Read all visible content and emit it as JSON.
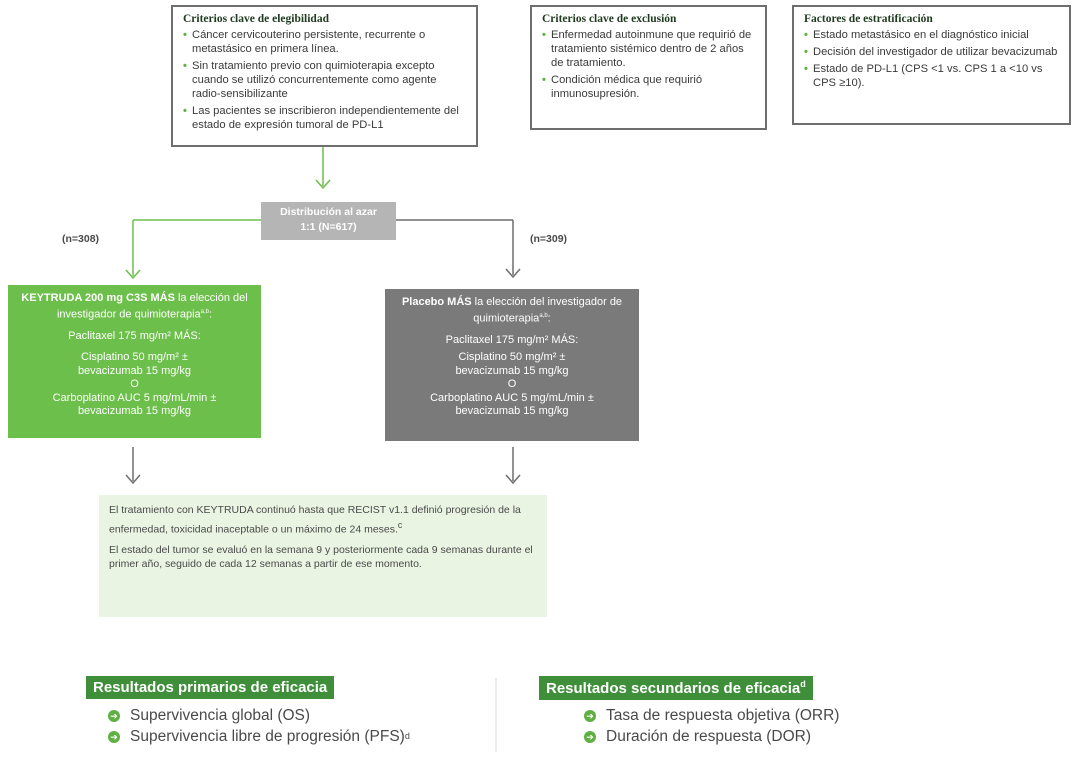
{
  "eligibility": {
    "title": "Criterios clave de elegibilidad",
    "items": [
      "Cáncer cervicouterino persistente, recurrente o metastásico en primera línea.",
      "Sin tratamiento previo con quimioterapia excepto cuando se utilizó concurrentemente como agente radio-sensibilizante",
      "Las pacientes se inscribieron independientemente del estado de expresión tumoral de PD-L1"
    ]
  },
  "exclusion": {
    "title": "Criterios clave de exclusión",
    "items": [
      "Enfermedad autoinmune que requirió de tratamiento sistémico dentro de 2 años de tratamiento.",
      "Condición médica que requirió inmunosupresión."
    ]
  },
  "stratification": {
    "title": "Factores de estratificación",
    "items": [
      "Estado metastásico en el diagnóstico inicial",
      "Decisión del investigador de utilizar bevacizumab",
      "Estado de PD-L1 (CPS <1 vs. CPS 1 a <10 vs CPS ≥10)."
    ]
  },
  "randomization": {
    "line1": "Distribución al azar",
    "line2": "1:1 (N=617)"
  },
  "n_left": "(n=308)",
  "n_right": "(n=309)",
  "arm_keytruda": {
    "head_bold": "KEYTRUDA 200 mg C3S MÁS",
    "head_rest": " la elección del investigador de quimioterapia",
    "head_sup": "a,b",
    "head_end": ":",
    "paclitaxel": "Paclitaxel 175 mg/m²  MÁS:",
    "cisplatin1": "Cisplatino 50 mg/m² ±",
    "cisplatin2": "bevacizumab 15 mg/kg",
    "or": "O",
    "carbo1": "Carboplatino AUC 5 mg/mL/min ±",
    "carbo2": "bevacizumab 15 mg/kg"
  },
  "arm_placebo": {
    "head_bold": "Placebo MÁS",
    "head_rest": " la elección del investigador de quimioterapia",
    "head_sup": "a,b",
    "head_end": ":",
    "paclitaxel": "Paclitaxel 175 mg/m² MÁS:",
    "cisplatin1": "Cisplatino 50 mg/m² ±",
    "cisplatin2": "bevacizumab 15 mg/kg",
    "or": "O",
    "carbo1": "Carboplatino AUC 5 mg/mL/min ±",
    "carbo2": "bevacizumab 15 mg/kg"
  },
  "info": {
    "p1": "El tratamiento con KEYTRUDA continuó hasta que RECIST v1.1 definió progresión de la enfermedad, toxicidad inaceptable o un máximo de 24 meses.",
    "p1_sup": "c",
    "p2": "El estado del tumor se evaluó en la semana 9 y posteriormente cada 9 semanas durante el primer año, seguido de cada 12 semanas a partir de ese momento."
  },
  "primary": {
    "title": "Resultados primarios de eficacia",
    "items": [
      "Supervivencia global (OS)",
      "Supervivencia libre de progresión (PFS)"
    ],
    "item2_sup": "d"
  },
  "secondary": {
    "title": "Resultados secundarios de eficacia",
    "title_sup": "d",
    "items": [
      "Tasa de respuesta objetiva (ORR)",
      "Duración de respuesta (DOR)"
    ]
  },
  "colors": {
    "green": "#6cbf4a",
    "dark_green": "#2e7d32",
    "grey_box": "#7a7a7a",
    "light_grey": "#b5b5b5",
    "pale_green": "#e9f4e3"
  },
  "icons": {
    "bullet": "arrow-circle-right-icon"
  }
}
